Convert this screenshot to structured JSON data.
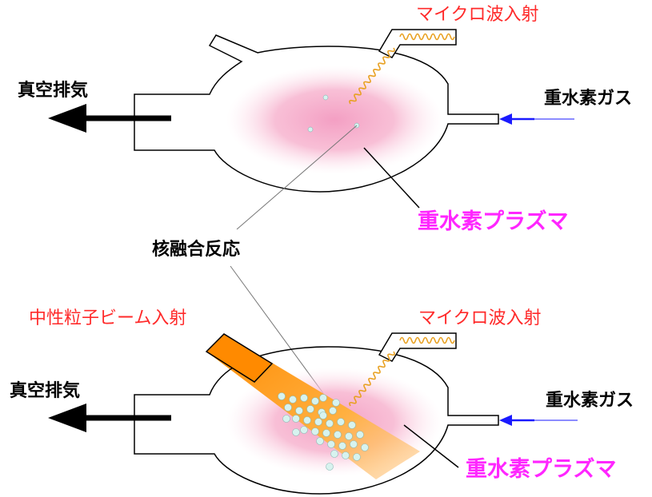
{
  "diagram": {
    "top": {
      "microwave_label": "マイクロ波入射",
      "exhaust_label": "真空排気",
      "gas_label": "重水素ガス",
      "plasma_label": "重水素プラズマ"
    },
    "fusion_label": "核融合反応",
    "bottom": {
      "beam_label": "中性粒子ビーム入射",
      "microwave_label": "マイクロ波入射",
      "exhaust_label": "真空排気",
      "gas_label": "重水素ガス",
      "plasma_label": "重水素プラズマ"
    }
  },
  "colors": {
    "plasma": "#f7a8c9",
    "beam": "#ff9a1a",
    "wave": "#e8a020",
    "gas_arrow": "#1a1aff",
    "particle": "#d7f3ef",
    "red_text": "#ff2a2a",
    "magenta_text": "#ff26ff"
  }
}
